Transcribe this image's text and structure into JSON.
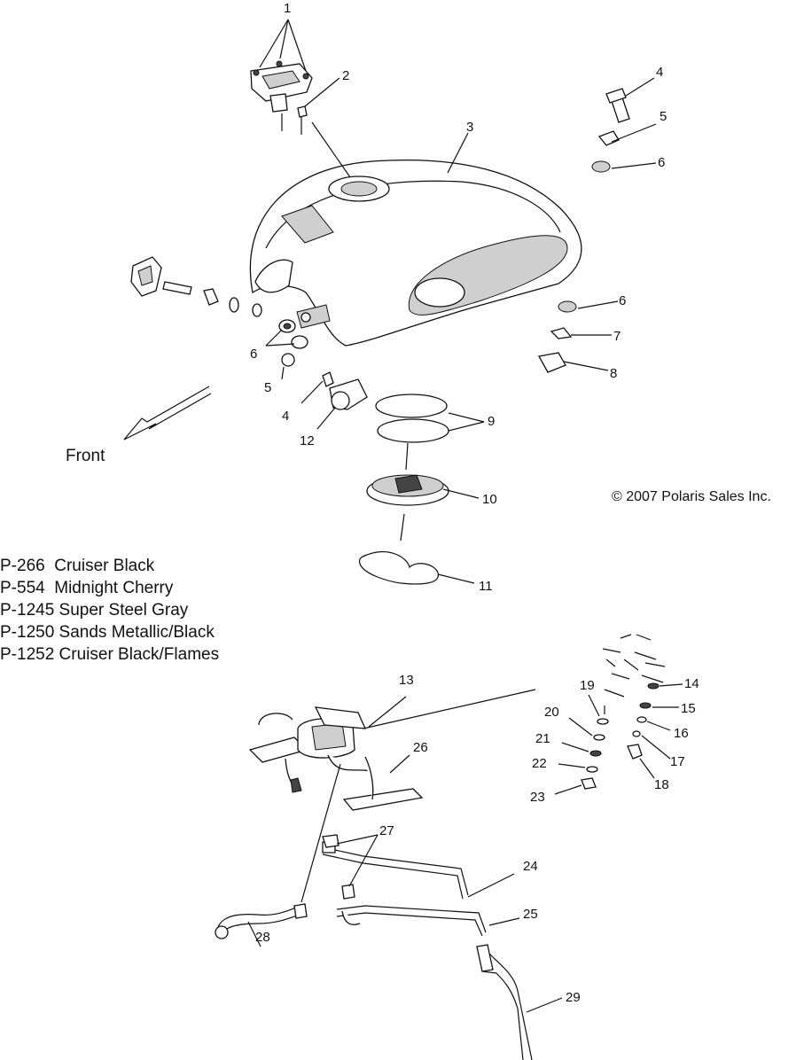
{
  "front_label": "Front",
  "copyright": "© 2007 Polaris Sales Inc.",
  "color_codes": [
    "P-266  Cruiser Black",
    "P-554  Midnight Cherry",
    "P-1245 Super Steel Gray",
    "P-1250 Sands Metallic/Black",
    "P-1252 Cruiser Black/Flames"
  ],
  "callouts": {
    "c1": "1",
    "c2": "2",
    "c3": "3",
    "c4a": "4",
    "c5a": "5",
    "c6a": "6",
    "c6b": "6",
    "c7": "7",
    "c8": "8",
    "c6c": "6",
    "c5b": "5",
    "c4b": "4",
    "c12": "12",
    "c9": "9",
    "c10": "10",
    "c11": "11",
    "c13": "13",
    "c14": "14",
    "c15": "15",
    "c16": "16",
    "c17": "17",
    "c18": "18",
    "c19": "19",
    "c20": "20",
    "c21": "21",
    "c22": "22",
    "c23": "23",
    "c26": "26",
    "c27": "27",
    "c24": "24",
    "c25": "25",
    "c28": "28",
    "c29": "29"
  }
}
